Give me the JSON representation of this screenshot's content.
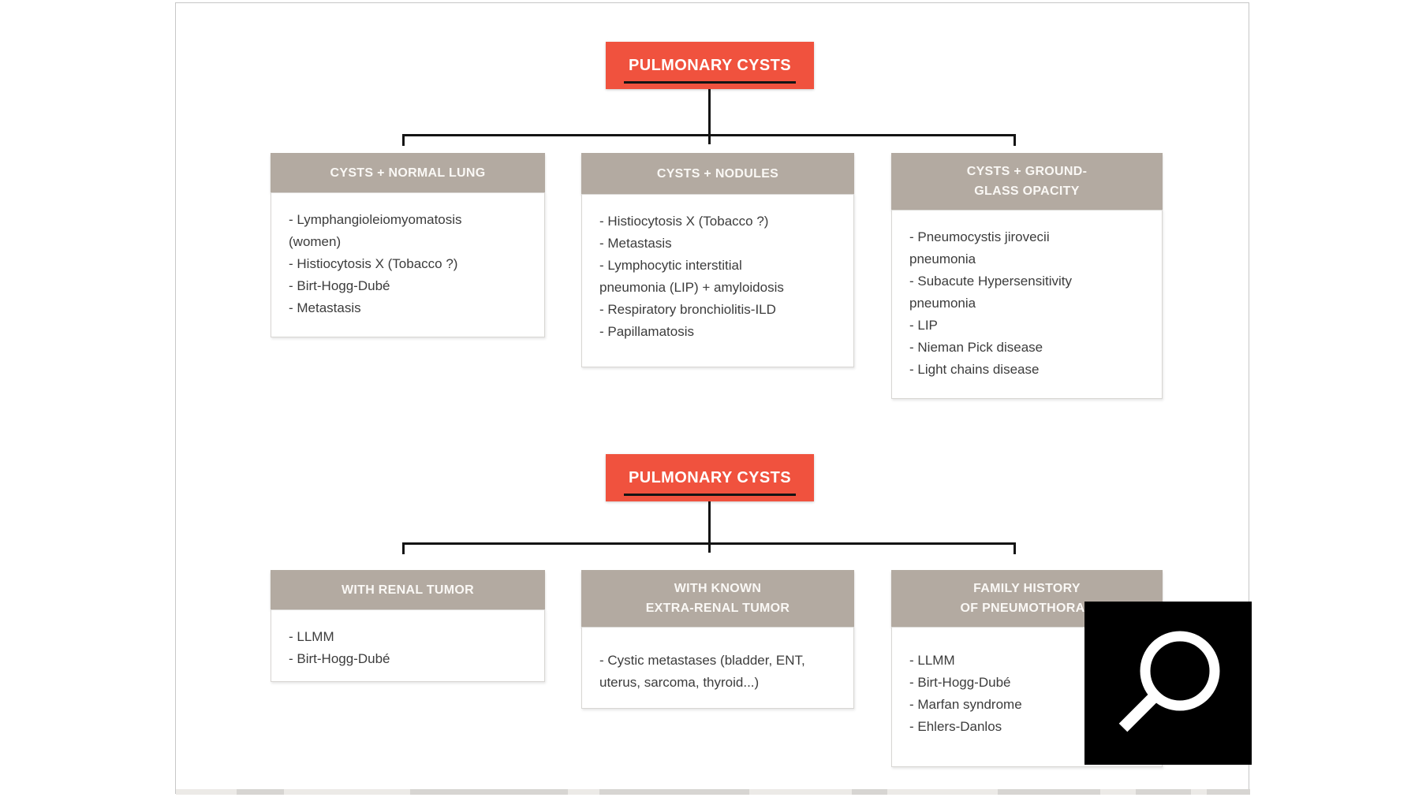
{
  "page": {
    "background": "#ffffff",
    "border_color": "#c7c7c7"
  },
  "colors": {
    "accent_red": "#f0523e",
    "header_tan": "#b3aaa1",
    "connector_black": "#141414",
    "body_text": "#3c3c3c",
    "header_text": "#ffffff",
    "overlay_background": "#000000",
    "overlay_icon_color": "#ffffff"
  },
  "trees": [
    {
      "root_label": "PULMONARY CYSTS",
      "branches": [
        {
          "title": "CYSTS + NORMAL LUNG",
          "items": [
            "- Lymphangioleiomyomatosis\n(women)",
            "- Histiocytosis X (Tobacco ?)",
            "- Birt-Hogg-Dubé",
            "- Metastasis"
          ]
        },
        {
          "title": "CYSTS + NODULES",
          "items": [
            "- Histiocytosis X (Tobacco ?)",
            "- Metastasis",
            "- Lymphocytic interstitial\npneumonia (LIP) + amyloidosis",
            "- Respiratory bronchiolitis-ILD",
            "- Papillamatosis"
          ]
        },
        {
          "title": "CYSTS + GROUND-\nGLASS OPACITY",
          "items": [
            "- Pneumocystis jirovecii\npneumonia",
            "- Subacute Hypersensitivity\npneumonia",
            "- LIP",
            "- Nieman Pick disease",
            "- Light chains disease"
          ]
        }
      ]
    },
    {
      "root_label": "PULMONARY CYSTS",
      "branches": [
        {
          "title": "WITH RENAL TUMOR",
          "items": [
            "- LLMM",
            "- Birt-Hogg-Dubé"
          ]
        },
        {
          "title": "WITH KNOWN\nEXTRA-RENAL TUMOR",
          "items": [
            "- Cystic metastases (bladder, ENT,\nuterus, sarcoma, thyroid...)"
          ]
        },
        {
          "title": "FAMILY HISTORY\nOF PNEUMOTHORAX",
          "items": [
            "- LLMM",
            "- Birt-Hogg-Dubé",
            "- Marfan syndrome",
            "- Ehlers-Danlos"
          ]
        }
      ]
    }
  ],
  "overlay": {
    "icon": "magnifier-icon"
  }
}
